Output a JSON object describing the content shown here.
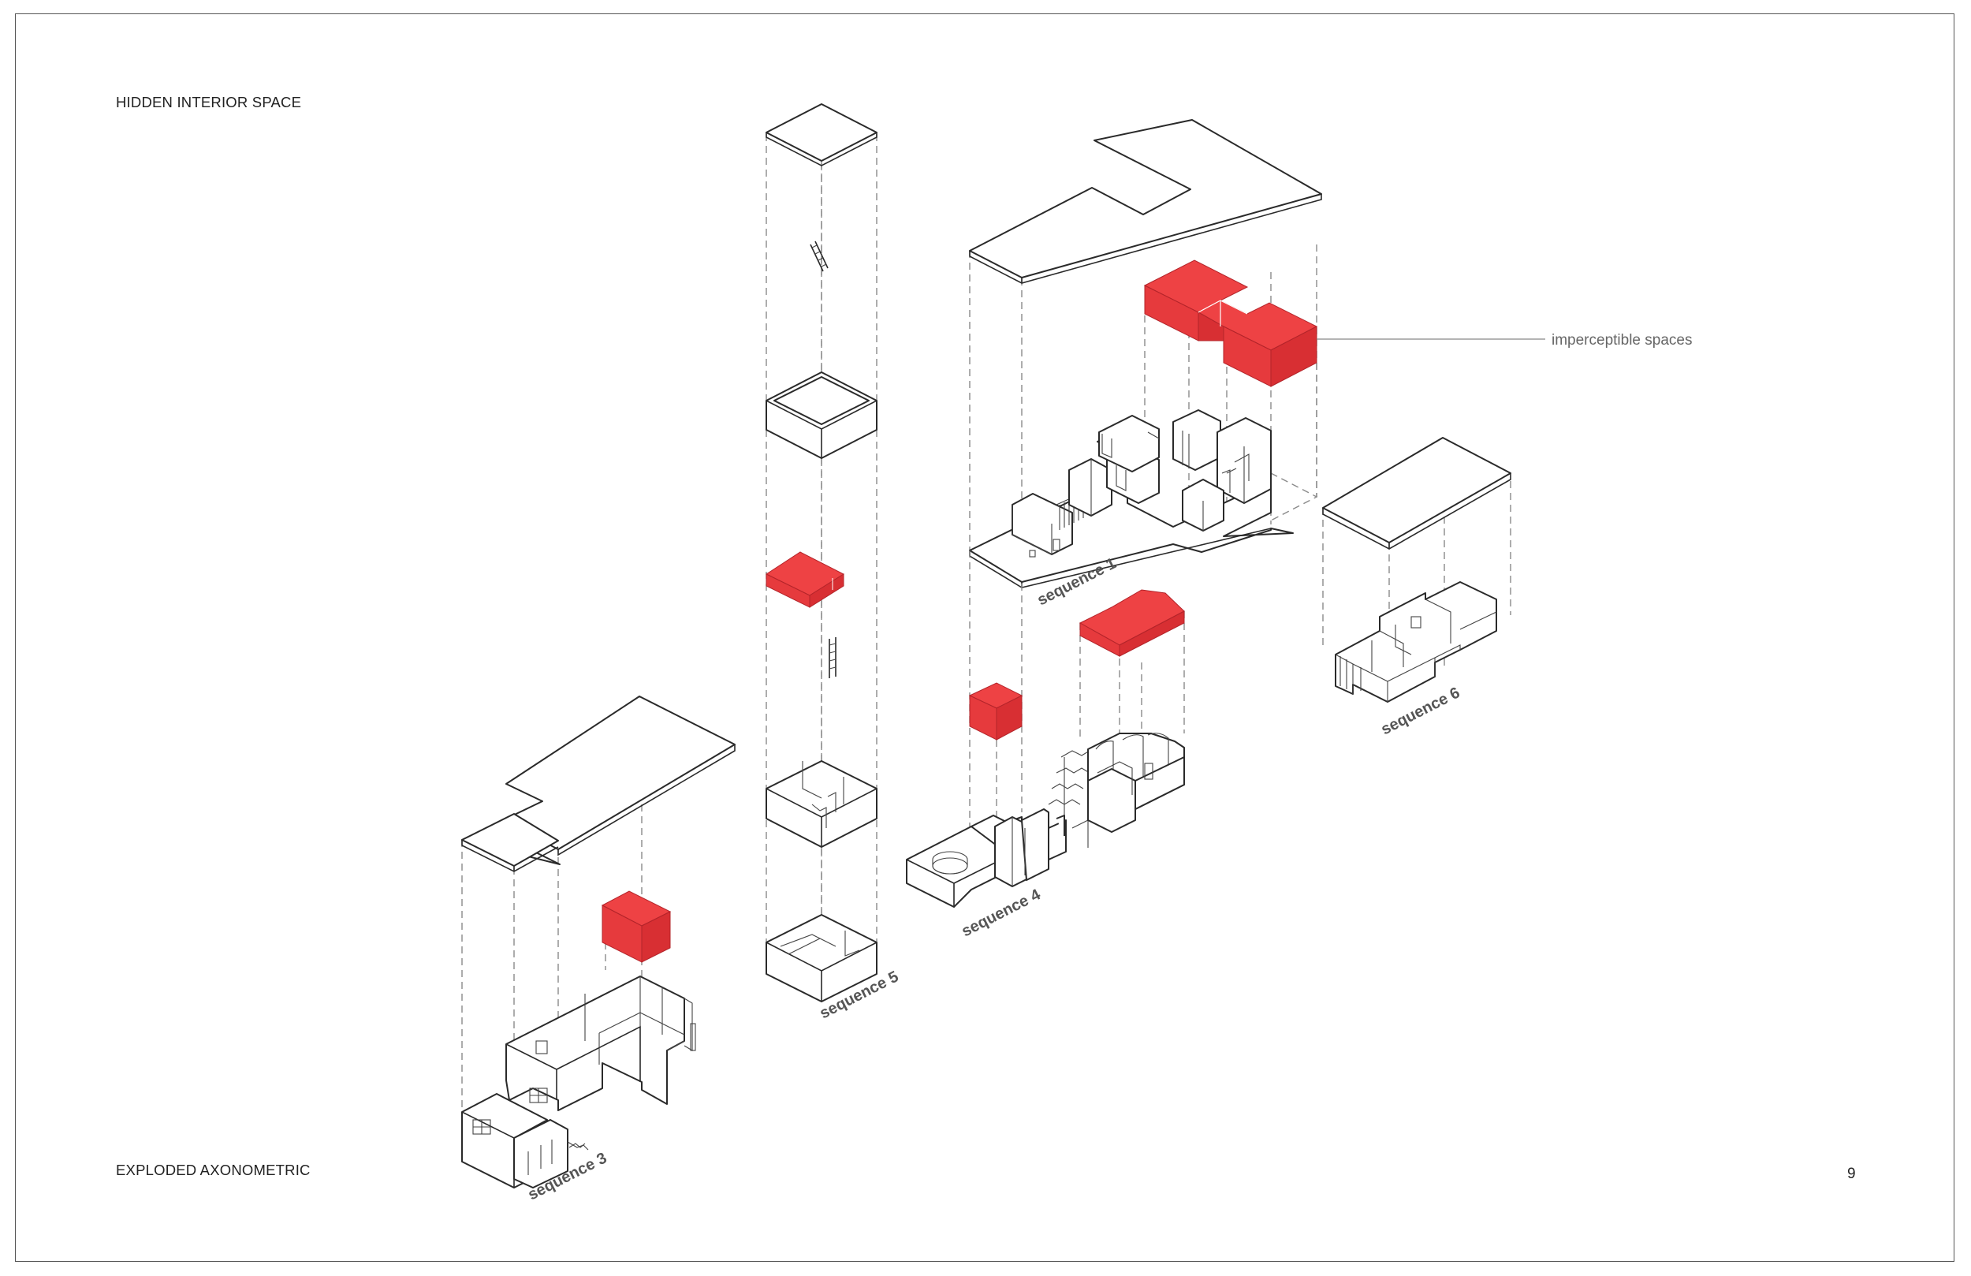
{
  "page": {
    "title": "HIDDEN INTERIOR SPACE",
    "subtitle": "EXPLODED AXONOMETRIC",
    "page_number": "9"
  },
  "annotation": {
    "label": "imperceptible spaces"
  },
  "sequences": [
    {
      "id": "seq1",
      "label": "sequence 1"
    },
    {
      "id": "seq3",
      "label": "sequence 3"
    },
    {
      "id": "seq4",
      "label": "sequence 4"
    },
    {
      "id": "seq5",
      "label": "sequence 5"
    },
    {
      "id": "seq6",
      "label": "sequence 6"
    }
  ],
  "colors": {
    "hidden_space": "#ee4244",
    "hidden_space_dark": "#c9282c",
    "line": "#2a2a2a",
    "dashed": "#8a8a8a",
    "label": "#5a5a5a"
  }
}
